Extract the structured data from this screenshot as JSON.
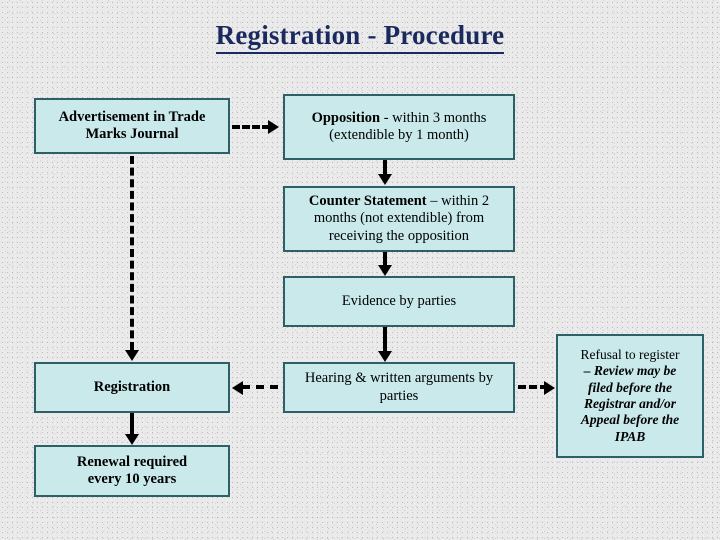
{
  "slide": {
    "title": "Registration - Procedure",
    "background_color": "#e9e9e9",
    "title_color": "#1b2a5e",
    "box_fill_color": "#c9e9eb",
    "box_border_color": "#2c5f66",
    "connector_color": "#000000"
  },
  "nodes": {
    "advertisement": {
      "line1": "Advertisement in Trade",
      "line2": "Marks Journal"
    },
    "opposition": {
      "lead": "Opposition",
      "line1_rest": " - within 3 months",
      "line2": "(extendible by 1 month)"
    },
    "counter_statement": {
      "lead": "Counter Statement",
      "line1_rest": " – within 2",
      "line2": "months (not extendible) from",
      "line3": "receiving the opposition"
    },
    "evidence": {
      "line1": "Evidence by parties"
    },
    "hearing": {
      "line1": "Hearing & written arguments  by",
      "line2": "parties"
    },
    "registration": {
      "line1": "Registration"
    },
    "renewal": {
      "line1": "Renewal required",
      "line2": "every 10 years"
    },
    "refusal": {
      "line1": "Refusal to register",
      "line2": "– Review may be",
      "line3": "filed before the",
      "line4": "Registrar and/or",
      "line5": "Appeal before the",
      "line6": "IPAB"
    }
  },
  "connectors": {
    "advertisement_to_opposition": "dashed-arrow-right",
    "advertisement_to_registration": "dashed-arrow-down",
    "opposition_to_counter_statement": "solid-arrow-down",
    "counter_statement_to_evidence": "solid-arrow-down",
    "evidence_to_hearing": "solid-arrow-down",
    "hearing_to_registration": "dashed-arrow-left",
    "hearing_to_refusal": "dashed-arrow-right",
    "registration_to_renewal": "solid-arrow-down"
  }
}
